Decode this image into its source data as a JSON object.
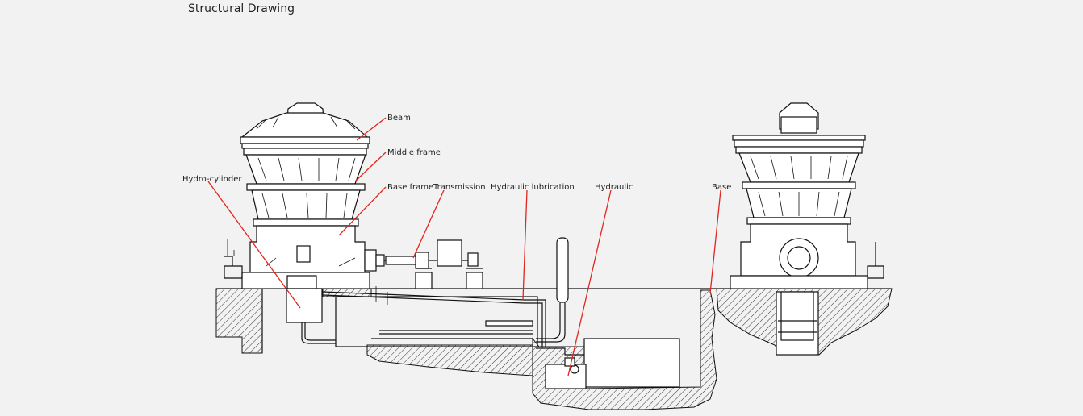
{
  "title": "Structural Drawing",
  "labels": {
    "beam": "Beam",
    "middle_frame": "Middle frame",
    "hydro_cylinder": "Hydro-cylinder",
    "base_frame": "Base frame",
    "transmission": "Transmission",
    "hydraulic_lubrication": "Hydraulic lubrication",
    "hydraulic": "Hydraulic",
    "base": "Base"
  },
  "colors": {
    "leader": "#e0261f",
    "line": "#111111",
    "background": "#f2f2f2"
  },
  "icons": [
    "cone-crusher-front-view",
    "cone-crusher-side-view"
  ]
}
